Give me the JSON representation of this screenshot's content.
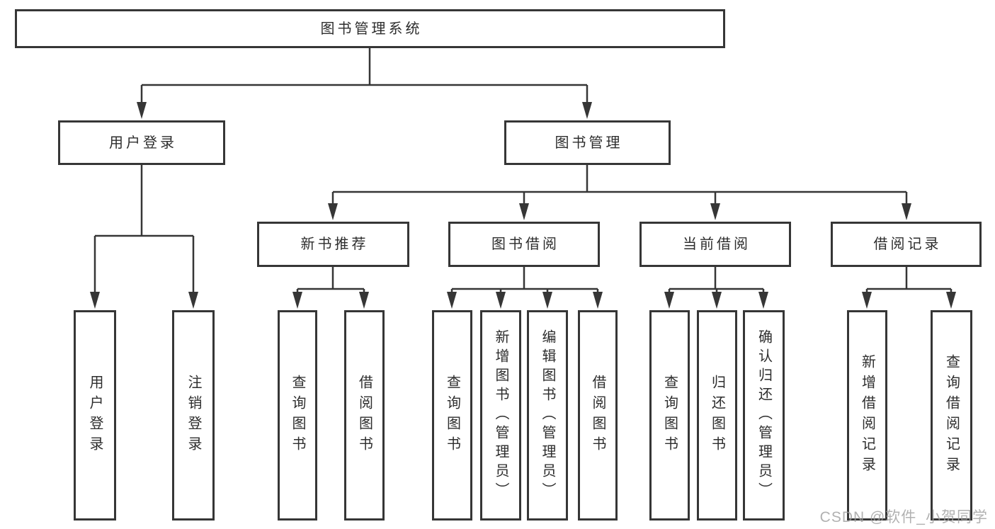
{
  "diagram": {
    "root": {
      "label": "图书管理系统"
    },
    "level2": [
      {
        "id": "user-login",
        "label": "用户登录"
      },
      {
        "id": "book-management",
        "label": "图书管理"
      }
    ],
    "level3": [
      {
        "id": "new-book-recommend",
        "label": "新书推荐",
        "parent": "book-management"
      },
      {
        "id": "book-borrowing",
        "label": "图书借阅",
        "parent": "book-management"
      },
      {
        "id": "current-borrowing",
        "label": "当前借阅",
        "parent": "book-management"
      },
      {
        "id": "borrowing-records",
        "label": "借阅记录",
        "parent": "book-management"
      }
    ],
    "leaves": [
      {
        "label": "用户登录",
        "parent": "user-login"
      },
      {
        "label": "注销登录",
        "parent": "user-login"
      },
      {
        "label": "查询图书",
        "parent": "new-book-recommend"
      },
      {
        "label": "借阅图书",
        "parent": "new-book-recommend"
      },
      {
        "label": "查询图书",
        "parent": "book-borrowing"
      },
      {
        "label": "新增图书（管理员）",
        "parent": "book-borrowing"
      },
      {
        "label": "编辑图书（管理员）",
        "parent": "book-borrowing"
      },
      {
        "label": "借阅图书",
        "parent": "book-borrowing"
      },
      {
        "label": "查询图书",
        "parent": "current-borrowing"
      },
      {
        "label": "归还图书",
        "parent": "current-borrowing"
      },
      {
        "label": "确认归还（管理员）",
        "parent": "current-borrowing"
      },
      {
        "label": "新增借阅记录",
        "parent": "borrowing-records"
      },
      {
        "label": "查询借阅记录",
        "parent": "borrowing-records"
      }
    ]
  },
  "watermark": {
    "text": "CSDN @软件_小贺同学"
  },
  "colors": {
    "line": "#363636",
    "text": "#2d2d2d",
    "background": "#ffffff",
    "watermark": "#9e9e9e"
  }
}
